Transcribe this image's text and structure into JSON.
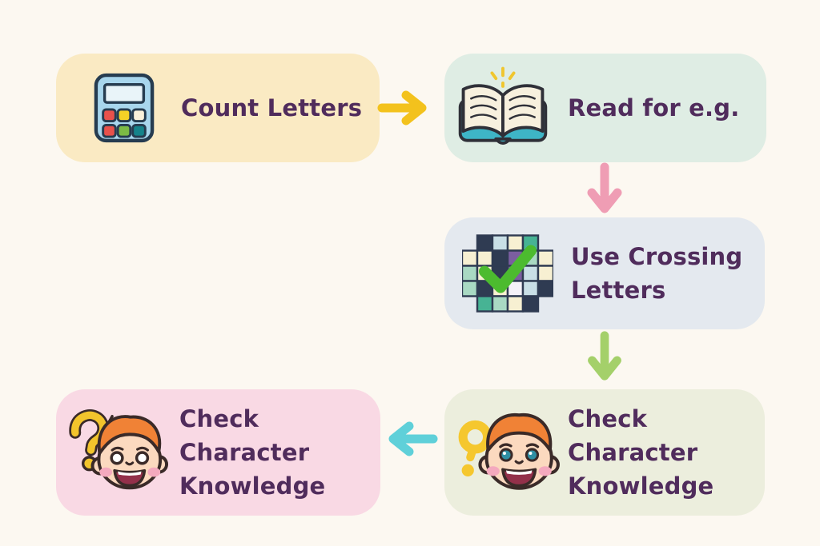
{
  "page": {
    "background": "#FCF8F1",
    "text_color": "#502C5C"
  },
  "flow": {
    "nodes": [
      {
        "id": "count-letters",
        "label": "Count Letters",
        "icon": "calculator-icon",
        "bg": "#FAEAC3",
        "icon_palette": {
          "body": "#A8D6ED",
          "screen": "#E9F4F9",
          "buttons": [
            "#E8514B",
            "#F4D226",
            "#FAF1DA",
            "#E8514B",
            "#7CBB45",
            "#15838B"
          ],
          "outline": "#263C50"
        }
      },
      {
        "id": "read-for-eg",
        "label": "Read for e.g.",
        "icon": "open-book-icon",
        "bg": "#DFEDE4",
        "icon_palette": {
          "pages": "#F7F0DE",
          "cover": "#3EB5C6",
          "sparkle": "#F0C62E",
          "outline": "#2F3038"
        }
      },
      {
        "id": "use-crossing-letters",
        "label": "Use Crossing Letters",
        "icon": "crossword-check-icon",
        "bg": "#E4E9EF",
        "icon_palette": {
          "navy": "#2F3B52",
          "cream": "#F7F0D2",
          "teal": "#47B394",
          "lightblue": "#C9DFE6",
          "purple": "#7B5EA0",
          "mint": "#A9D9C3",
          "white": "#F5F2F8",
          "check": "#4CBB2F"
        }
      },
      {
        "id": "check-character-knowledge-right",
        "label": "Check Character Knowledge",
        "icon": "curious-boy-icon",
        "bg": "#ECEEDD",
        "icon_palette": {
          "skin": "#FBD9BF",
          "hair": "#F08236",
          "question": "#F5C72E",
          "eyes": "#2F8FA3",
          "mouth": "#93304A",
          "cheeks": "#F4A9BE",
          "outline": "#3A2A28"
        }
      },
      {
        "id": "check-character-knowledge-left",
        "label": "Check Character Knowledge",
        "icon": "curious-boy-question-icon",
        "bg": "#F9D9E4",
        "icon_palette": {
          "skin": "#FBD9BF",
          "hair": "#F08236",
          "question": "#F2C42C",
          "eyes": "#FFFFFF",
          "mouth": "#93304A",
          "cheeks": "#F4A9BE",
          "outline": "#3A2A28"
        }
      }
    ],
    "arrows": [
      {
        "from": "count-letters",
        "to": "read-for-eg",
        "direction": "right",
        "color": "#F3C21D"
      },
      {
        "from": "read-for-eg",
        "to": "use-crossing-letters",
        "direction": "down",
        "color": "#EF9DB4"
      },
      {
        "from": "use-crossing-letters",
        "to": "check-character-knowledge-right",
        "direction": "down",
        "color": "#A4D06A"
      },
      {
        "from": "check-character-knowledge-right",
        "to": "check-character-knowledge-left",
        "direction": "left",
        "color": "#5FD0D9"
      }
    ]
  }
}
